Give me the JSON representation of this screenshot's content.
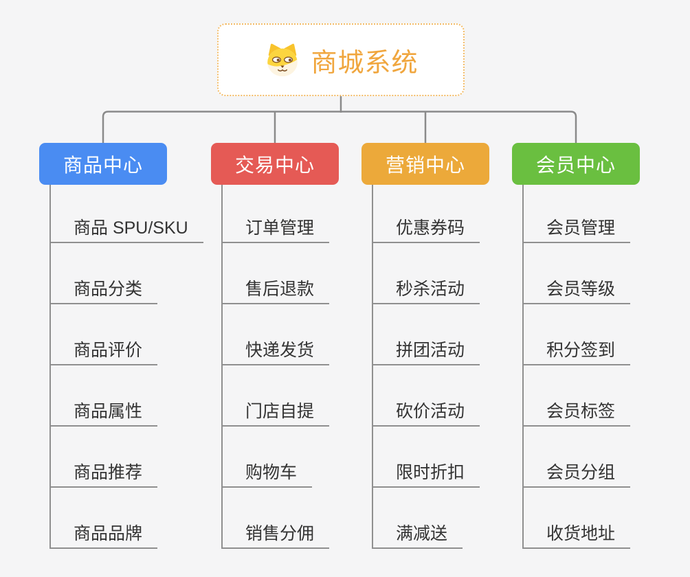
{
  "root": {
    "title": "商城系统",
    "icon": "dog-face-icon"
  },
  "colors": {
    "background": "#f5f5f6",
    "connector_line": "#8a8a8a",
    "item_underline": "#8f8f8f",
    "root_border": "#f3bb66",
    "root_text": "#f0a63e",
    "item_text": "#333333",
    "branch_text": "#ffffff"
  },
  "branches": [
    {
      "label": "商品中心",
      "color": "#4a8cf2",
      "items": [
        "商品 SPU/SKU",
        "商品分类",
        "商品评价",
        "商品属性",
        "商品推荐",
        "商品品牌"
      ]
    },
    {
      "label": "交易中心",
      "color": "#e55a55",
      "items": [
        "订单管理",
        "售后退款",
        "快递发货",
        "门店自提",
        "购物车",
        "销售分佣"
      ]
    },
    {
      "label": "营销中心",
      "color": "#eca93a",
      "items": [
        "优惠券码",
        "秒杀活动",
        "拼团活动",
        "砍价活动",
        "限时折扣",
        "满减送"
      ]
    },
    {
      "label": "会员中心",
      "color": "#6abf40",
      "items": [
        "会员管理",
        "会员等级",
        "积分签到",
        "会员标签",
        "会员分组",
        "收货地址"
      ]
    }
  ]
}
